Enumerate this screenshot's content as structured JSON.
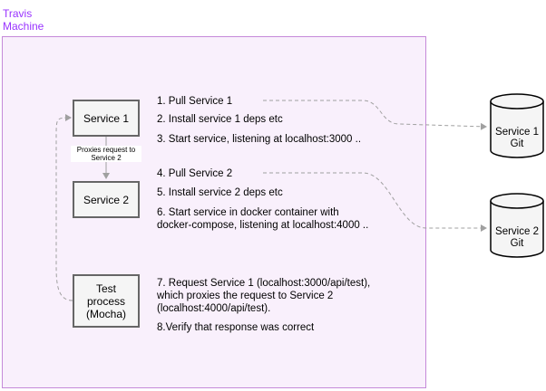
{
  "machine": {
    "label": "Travis Machine"
  },
  "nodes": {
    "service1": "Service 1",
    "service2": "Service 2",
    "test_process": [
      "Test",
      "process",
      "(Mocha)"
    ],
    "proxy_note": "Proxies request to Service 2"
  },
  "git": {
    "service1": [
      "Service 1",
      "Git"
    ],
    "service2": [
      "Service 2",
      "Git"
    ]
  },
  "steps": {
    "s1": "1. Pull Service 1",
    "s2": "2. Install service 1 deps etc",
    "s3": "3. Start service, listening at localhost:3000 ..",
    "s4": "4. Pull Service 2",
    "s5": "5. Install service 2 deps etc",
    "s6": [
      "6. Start service in docker container with",
      "docker-compose, listening at localhost:4000 .."
    ],
    "s7": [
      "7. Request Service 1 (localhost:3000/api/test),",
      "which proxies the request to Service 2",
      "(localhost:4000/api/test)."
    ],
    "s8": "8.Verify that response was correct"
  },
  "colors": {
    "machine_border": "#c58ad9",
    "machine_fill": "#f9f0fc",
    "machine_label": "#9933ff",
    "box_border": "#666666",
    "connector": "#a0a0a0"
  }
}
